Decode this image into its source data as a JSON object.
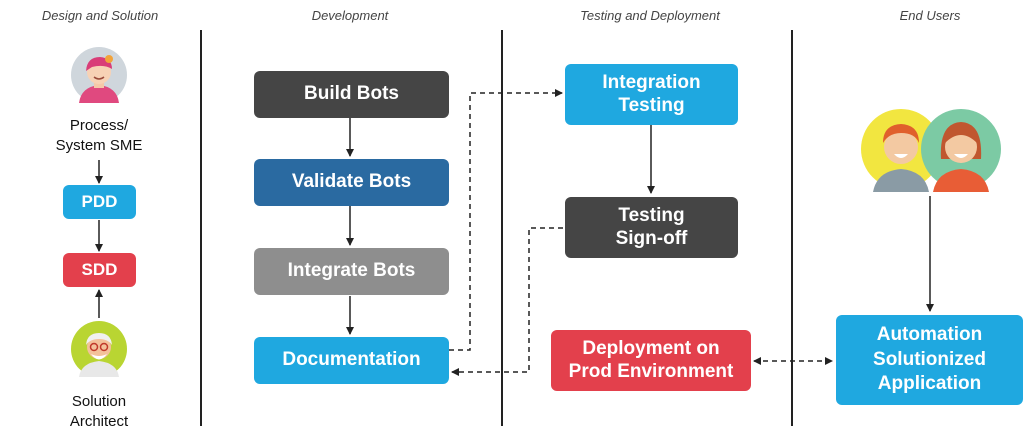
{
  "headers": {
    "design": "Design and Solution",
    "development": "Development",
    "testing": "Testing and Deployment",
    "end_users": "End Users"
  },
  "design": {
    "sme_label": "Process/\nSystem SME",
    "pdd": "PDD",
    "sdd": "SDD",
    "architect_label": "Solution\nArchitect"
  },
  "development": {
    "build": "Build Bots",
    "validate": "Validate Bots",
    "integrate": "Integrate Bots",
    "documentation": "Documentation"
  },
  "testing": {
    "integration": "Integration\nTesting",
    "signoff": "Testing\nSign-off",
    "deployment": "Deployment on\nProd Environment"
  },
  "end_users": {
    "application": "Automation\nSolutionized\nApplication"
  },
  "colors": {
    "dark": "#454545",
    "navy": "#2a6aa1",
    "grey": "#8e8e8e",
    "cyan": "#1fa8e0",
    "red": "#e3404c"
  }
}
